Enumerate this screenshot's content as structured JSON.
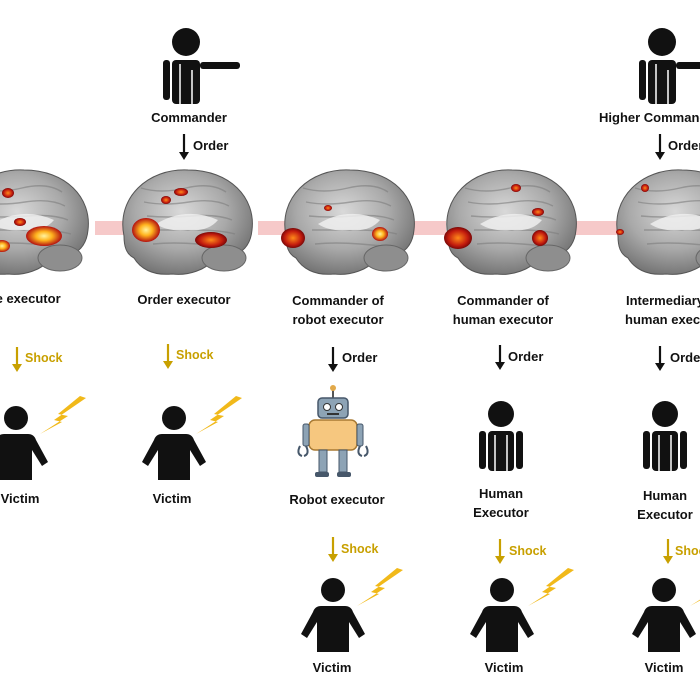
{
  "commander": {
    "label": "Commander",
    "order_label": "Order"
  },
  "higher_commander": {
    "label": "Higher Commander",
    "order_label": "Order"
  },
  "columns": [
    {
      "label_lines": [
        "Free executor"
      ],
      "arrow_label": "Shock",
      "victim_label": "Victim"
    },
    {
      "label_lines": [
        "Order executor"
      ],
      "arrow_label": "Shock",
      "victim_label": "Victim"
    },
    {
      "label_lines": [
        "Commander of",
        "robot executor"
      ],
      "arrow_label": "Order",
      "executor_lines": [
        "Robot executor"
      ],
      "shock_label": "Shock",
      "victim_label": "Victim"
    },
    {
      "label_lines": [
        "Commander of",
        "human executor"
      ],
      "arrow_label": "Order",
      "executor_lines": [
        "Human",
        "Executor"
      ],
      "shock_label": "Shock",
      "victim_label": "Victim"
    },
    {
      "label_lines": [
        "Intermediary",
        "human executor"
      ],
      "arrow_label": "Order",
      "executor_lines": [
        "Human",
        "Executor"
      ],
      "shock_label": "Shock",
      "victim_label": "Victim"
    }
  ],
  "colors": {
    "person": "#111111",
    "lightning": "#f1b91a",
    "shock_text": "#c8a000",
    "brain_link": "#f3b7b7",
    "activation_hot": "#ffd24a",
    "activation_cool": "#9c1010"
  },
  "icons": [
    "commander-pointing-icon",
    "brain-scan-icon",
    "person-icon",
    "lightning-icon",
    "robot-icon",
    "down-arrow-icon"
  ]
}
